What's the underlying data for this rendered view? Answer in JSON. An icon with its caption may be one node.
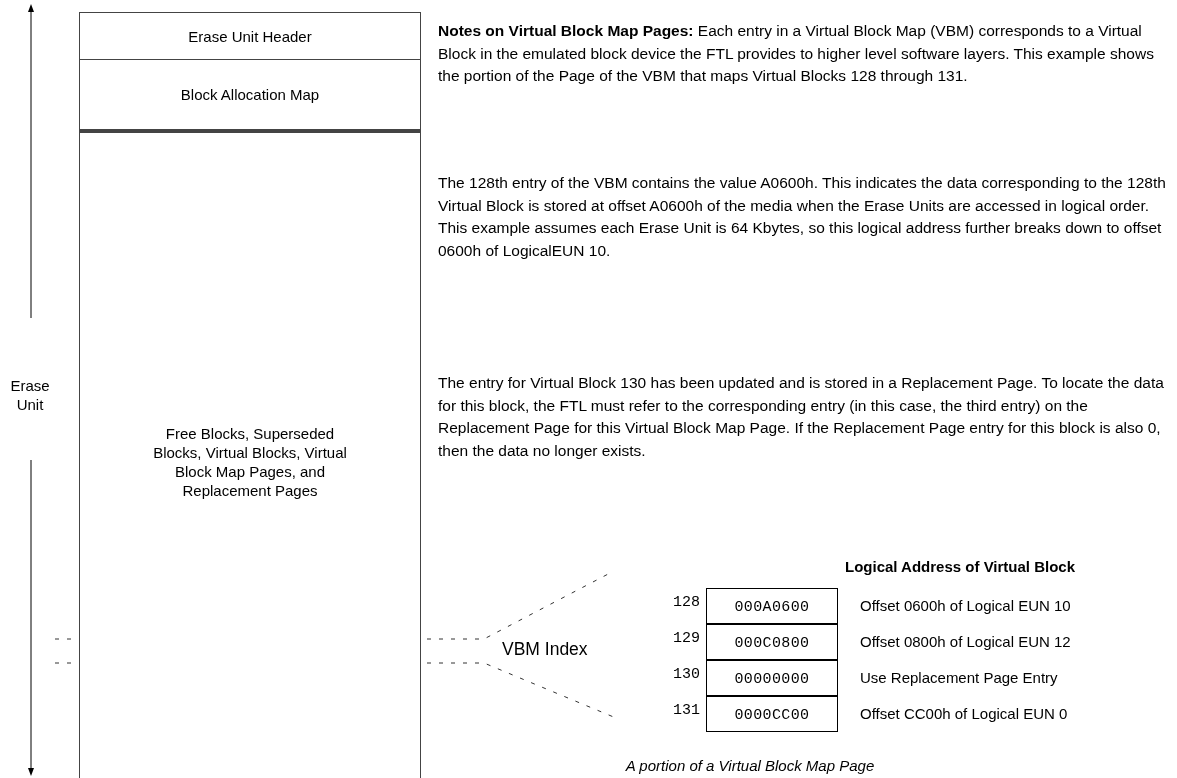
{
  "diagram": {
    "caption": "A portion of a Virtual Block Map Page",
    "nodes": [
      {
        "text": [
          "Erase Unit Header"
        ]
      },
      {
        "text": [
          "Block Allocation Map"
        ]
      },
      {
        "text": [
          "Free Blocks, Superseded Blocks, Virtual Blocks, Virtual Block Map Pages, and Replacement Pages"
        ]
      },
      {
        "text": [
          "000A0600"
        ],
        "beside": [
          "128",
          "Offset 0600h of Logical EUN 10"
        ]
      },
      {
        "text": [
          "000C0800"
        ],
        "beside": [
          "129",
          "Offset 0800h of Logical EUN 12"
        ]
      },
      {
        "text": [
          "00000000"
        ],
        "beside": [
          "130",
          "Use Replacement Page Entry"
        ]
      },
      {
        "text": [
          "0000CC00"
        ],
        "beside": [
          "131",
          "Offset CC00h of Logical EUN 0"
        ]
      }
    ],
    "labels": [
      "**Notes on Virtual Block Map Pages:**  Each entry in a Virtual Block Map (VBM) corresponds to a Virtual Block in the emulated block device the FTL provides to higher level software layers.  This example shows the portion of the Page of the VBM that maps Virtual Blocks 128 through 131.",
      "The 128th entry of the VBM contains the value A0600h.  This indicates the data corresponding to the 128th Virtual Block is stored at offset A0600h of the media when the Erase Units are accessed in logical order.  This example assumes each Erase Unit is 64 Kbytes, so this logical address further breaks down to offset 0600h of LogicalEUN 10.",
      "The entry for Virtual Block 130 has been updated and is stored in a Replacement Page.  To locate the data for this block, the FTL must refer to the corresponding entry (in this case, the third entry) on the Replacement Page for this Virtual Block Map Page. If the Replacement Page entry for this block is also 0, then the data no longer exists.",
      "Erase Unit",
      "Logical Address of Virtual Block",
      "VBM Index"
    ]
  }
}
